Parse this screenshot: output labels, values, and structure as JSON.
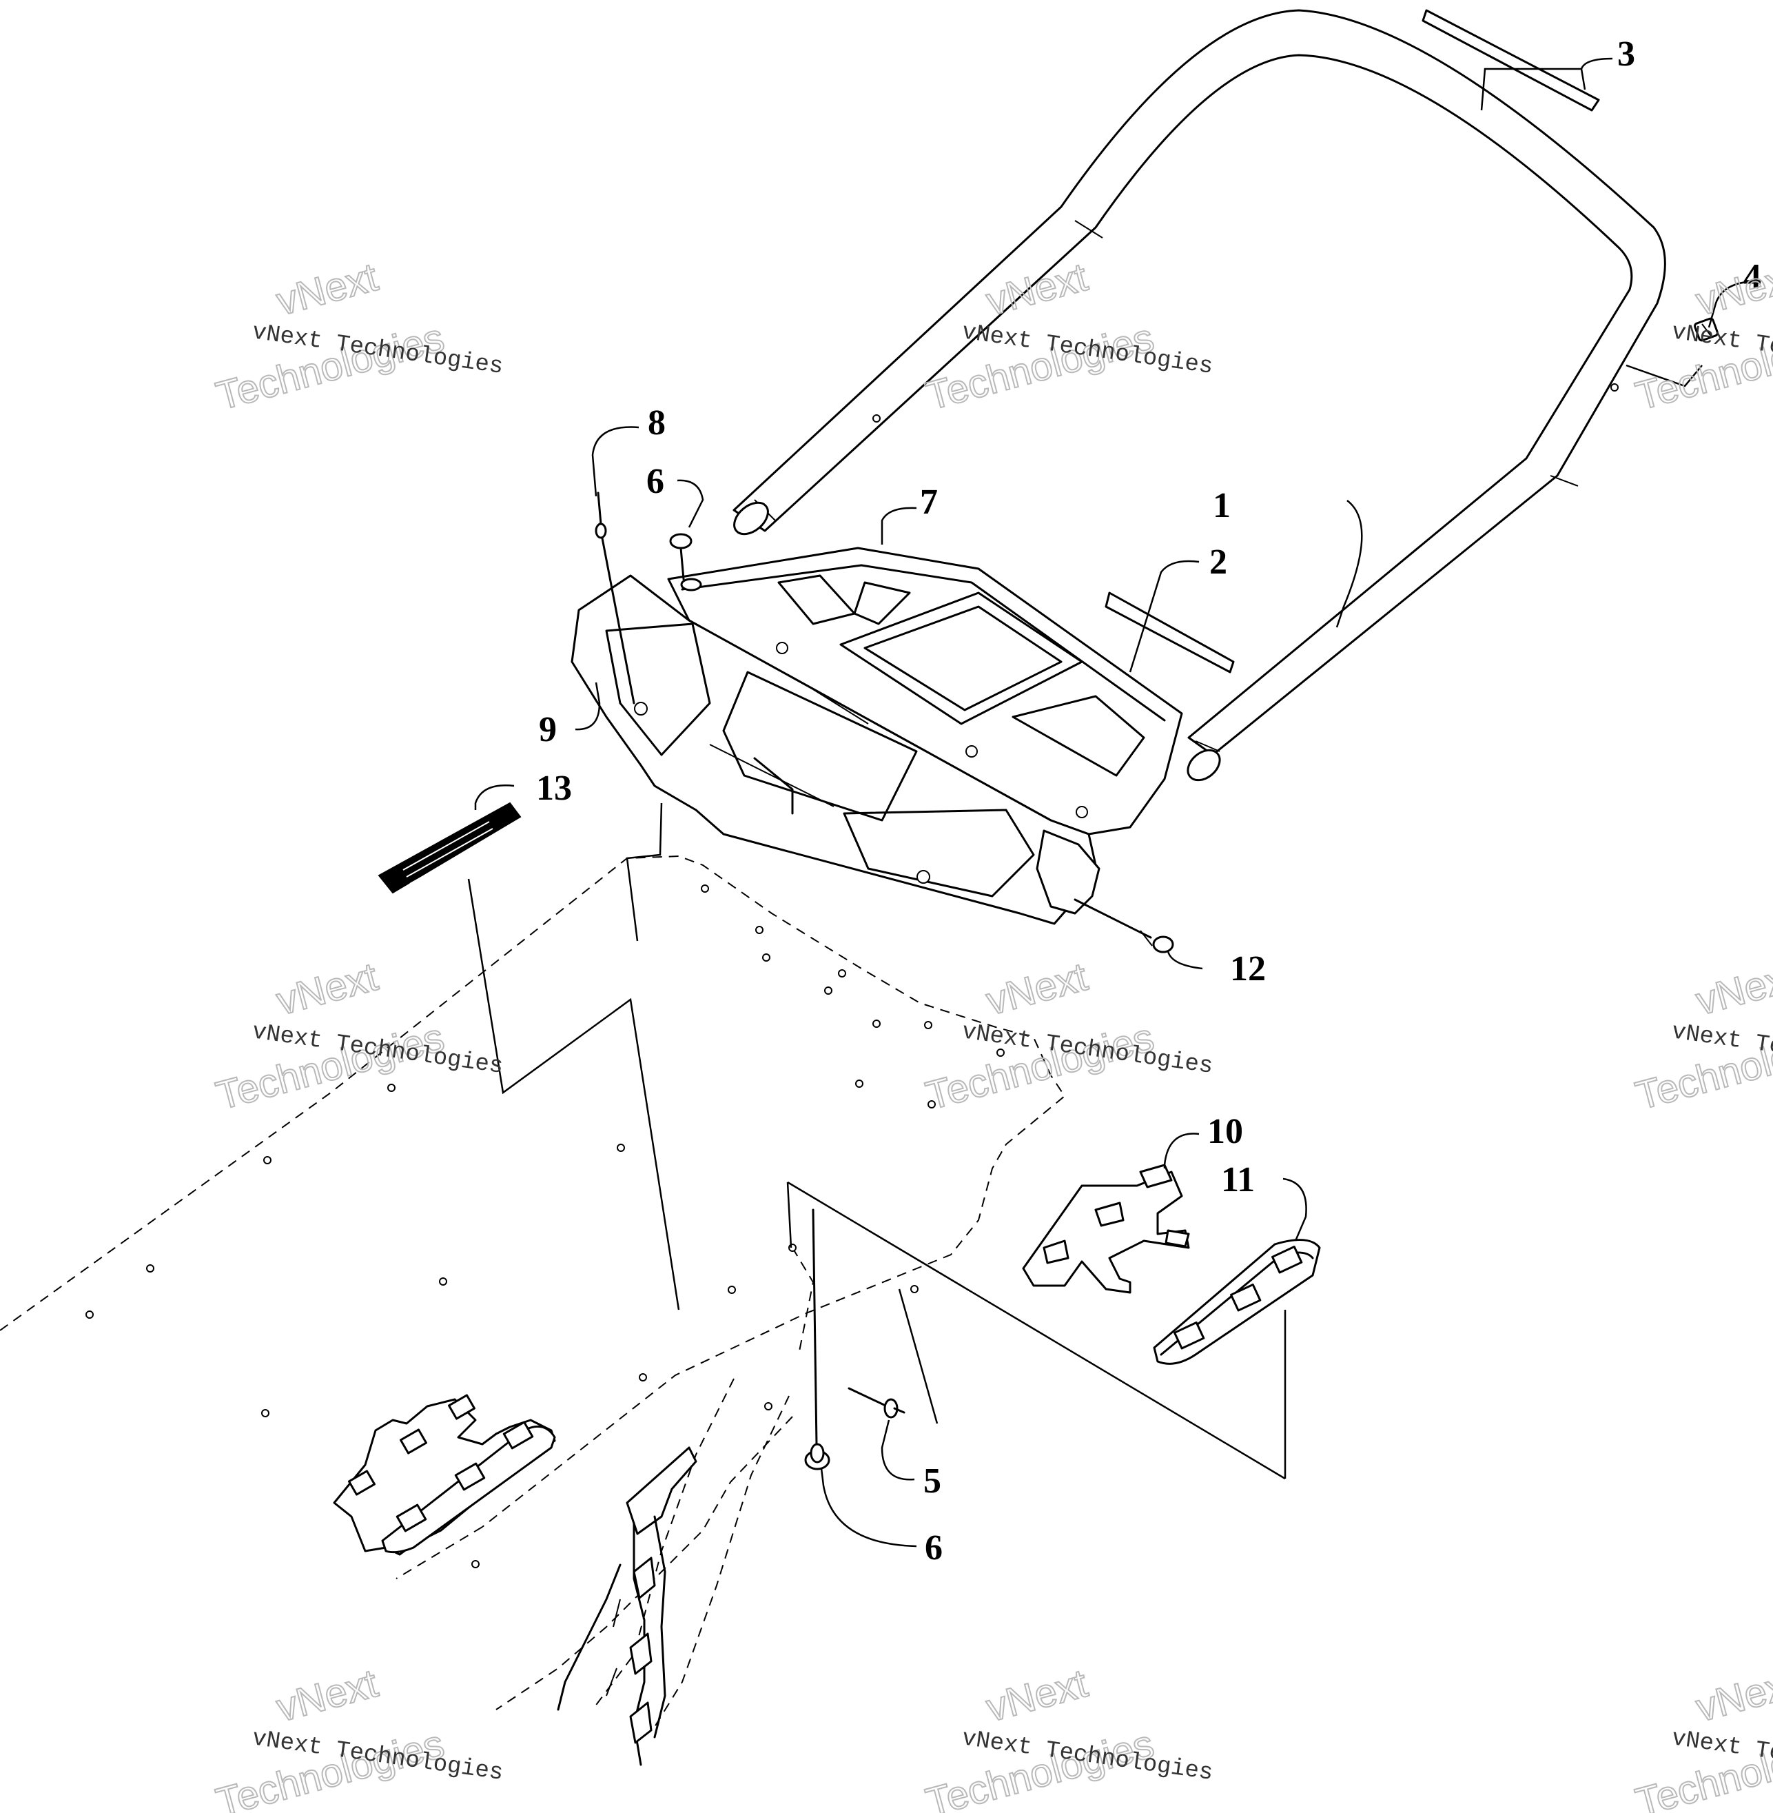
{
  "watermark": {
    "line1": "vNext Technologies",
    "line2": "vNext",
    "line3": "Technologies"
  },
  "callouts": {
    "c1": "1",
    "c2": "2",
    "c3": "3",
    "c4": "4",
    "c5": "5",
    "c6a": "6",
    "c6b": "6",
    "c7": "7",
    "c8": "8",
    "c9": "9",
    "c10": "10",
    "c11": "11",
    "c12": "12",
    "c13": "13"
  }
}
